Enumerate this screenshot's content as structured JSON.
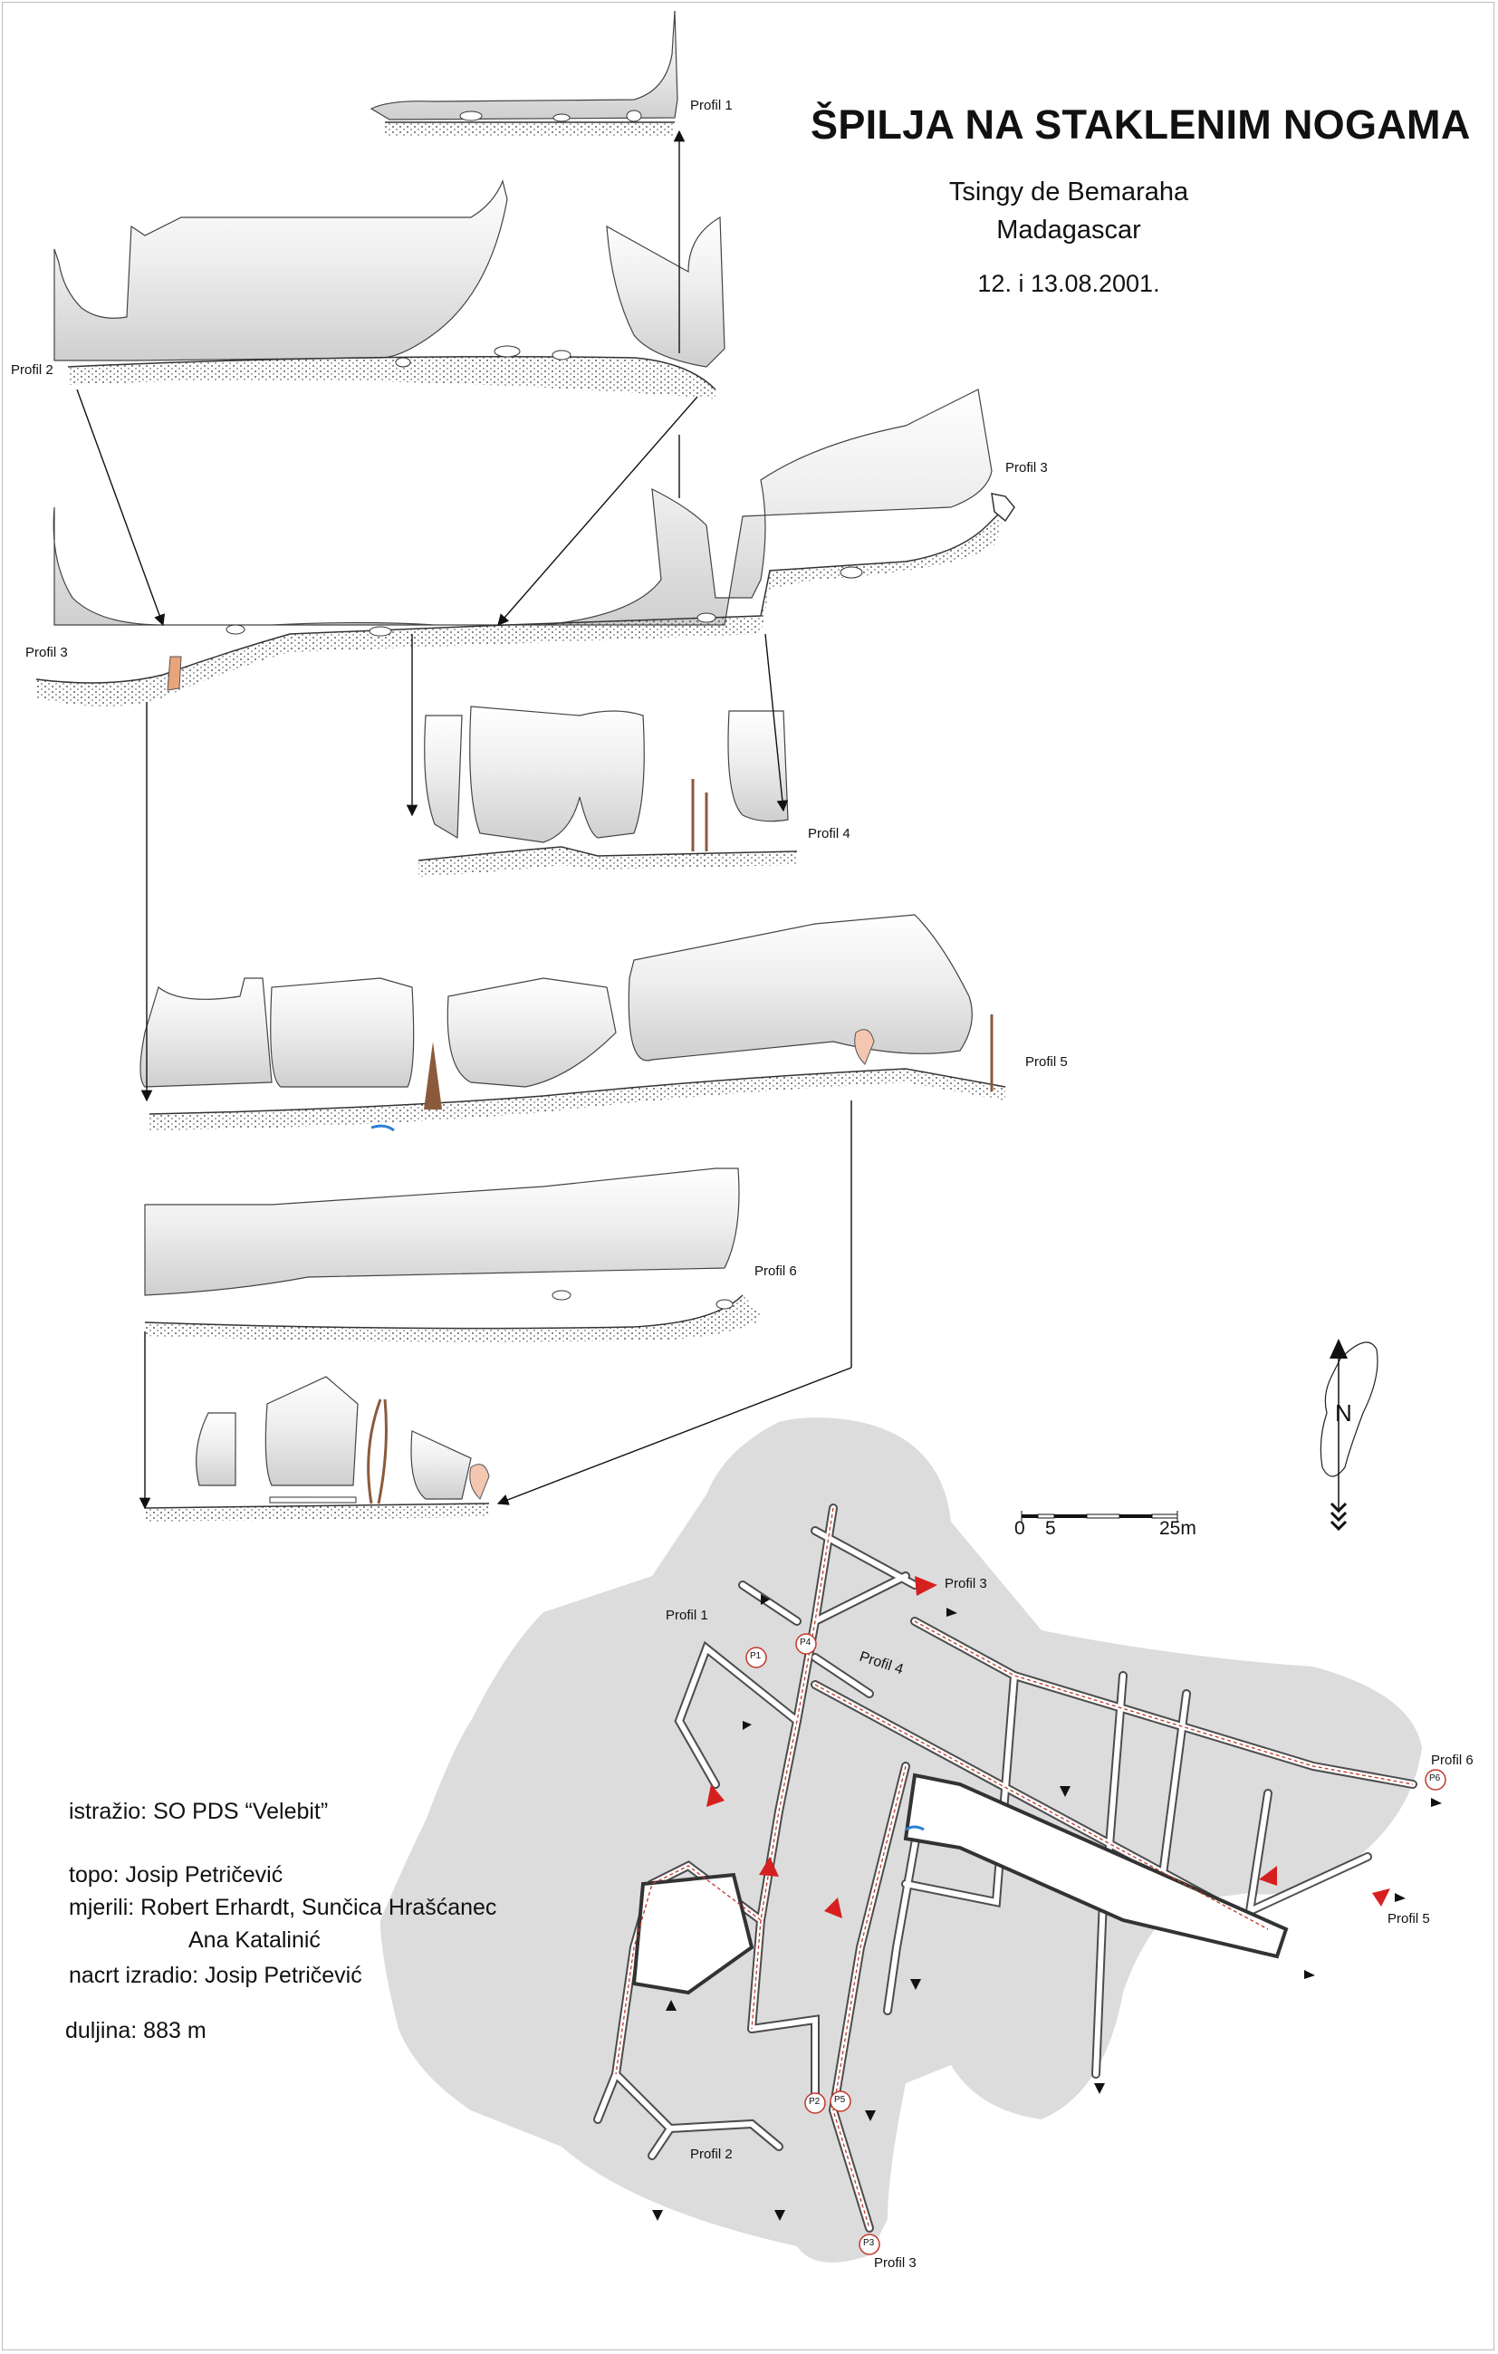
{
  "title": "ŠPILJA NA STAKLENIM NOGAMA",
  "location_line1": "Tsingy de Bemaraha",
  "location_line2": "Madagascar",
  "date": "12. i 13.08.2001.",
  "profile_labels": {
    "p1": "Profil 1",
    "p2": "Profil 2",
    "p3_right": "Profil 3",
    "p3_left": "Profil 3",
    "p4": "Profil 4",
    "p5": "Profil 5",
    "p6": "Profil 6"
  },
  "plan_labels": {
    "profil1": "Profil 1",
    "profil2": "Profil 2",
    "profil3_top": "Profil 3",
    "profil3_bottom": "Profil 3",
    "profil4": "Profil 4",
    "profil5": "Profil 5",
    "profil6": "Profil 6",
    "markers": [
      "P1",
      "P2",
      "P3",
      "P4",
      "P5",
      "P6"
    ]
  },
  "north_label": "N",
  "scale_bar": {
    "label_0": "0",
    "label_5": "5",
    "label_25": "25m"
  },
  "credits": {
    "explored": "istražio: SO PDS “Velebit”",
    "topo": "topo: Josip Petričević",
    "measured": "mjerili: Robert Erhardt, Sunčica Hrašćanec",
    "measured2": "Ana Katalinić",
    "drawn": "nacrt izradio: Josip Petričević",
    "length": "duljina: 883 m"
  },
  "colors": {
    "rock_fill": "#d9d9d9",
    "plan_background": "#dcdcdc",
    "survey_line": "#c0392b",
    "water": "#2a7fd4",
    "stalagmite": "#8b5a3c"
  }
}
